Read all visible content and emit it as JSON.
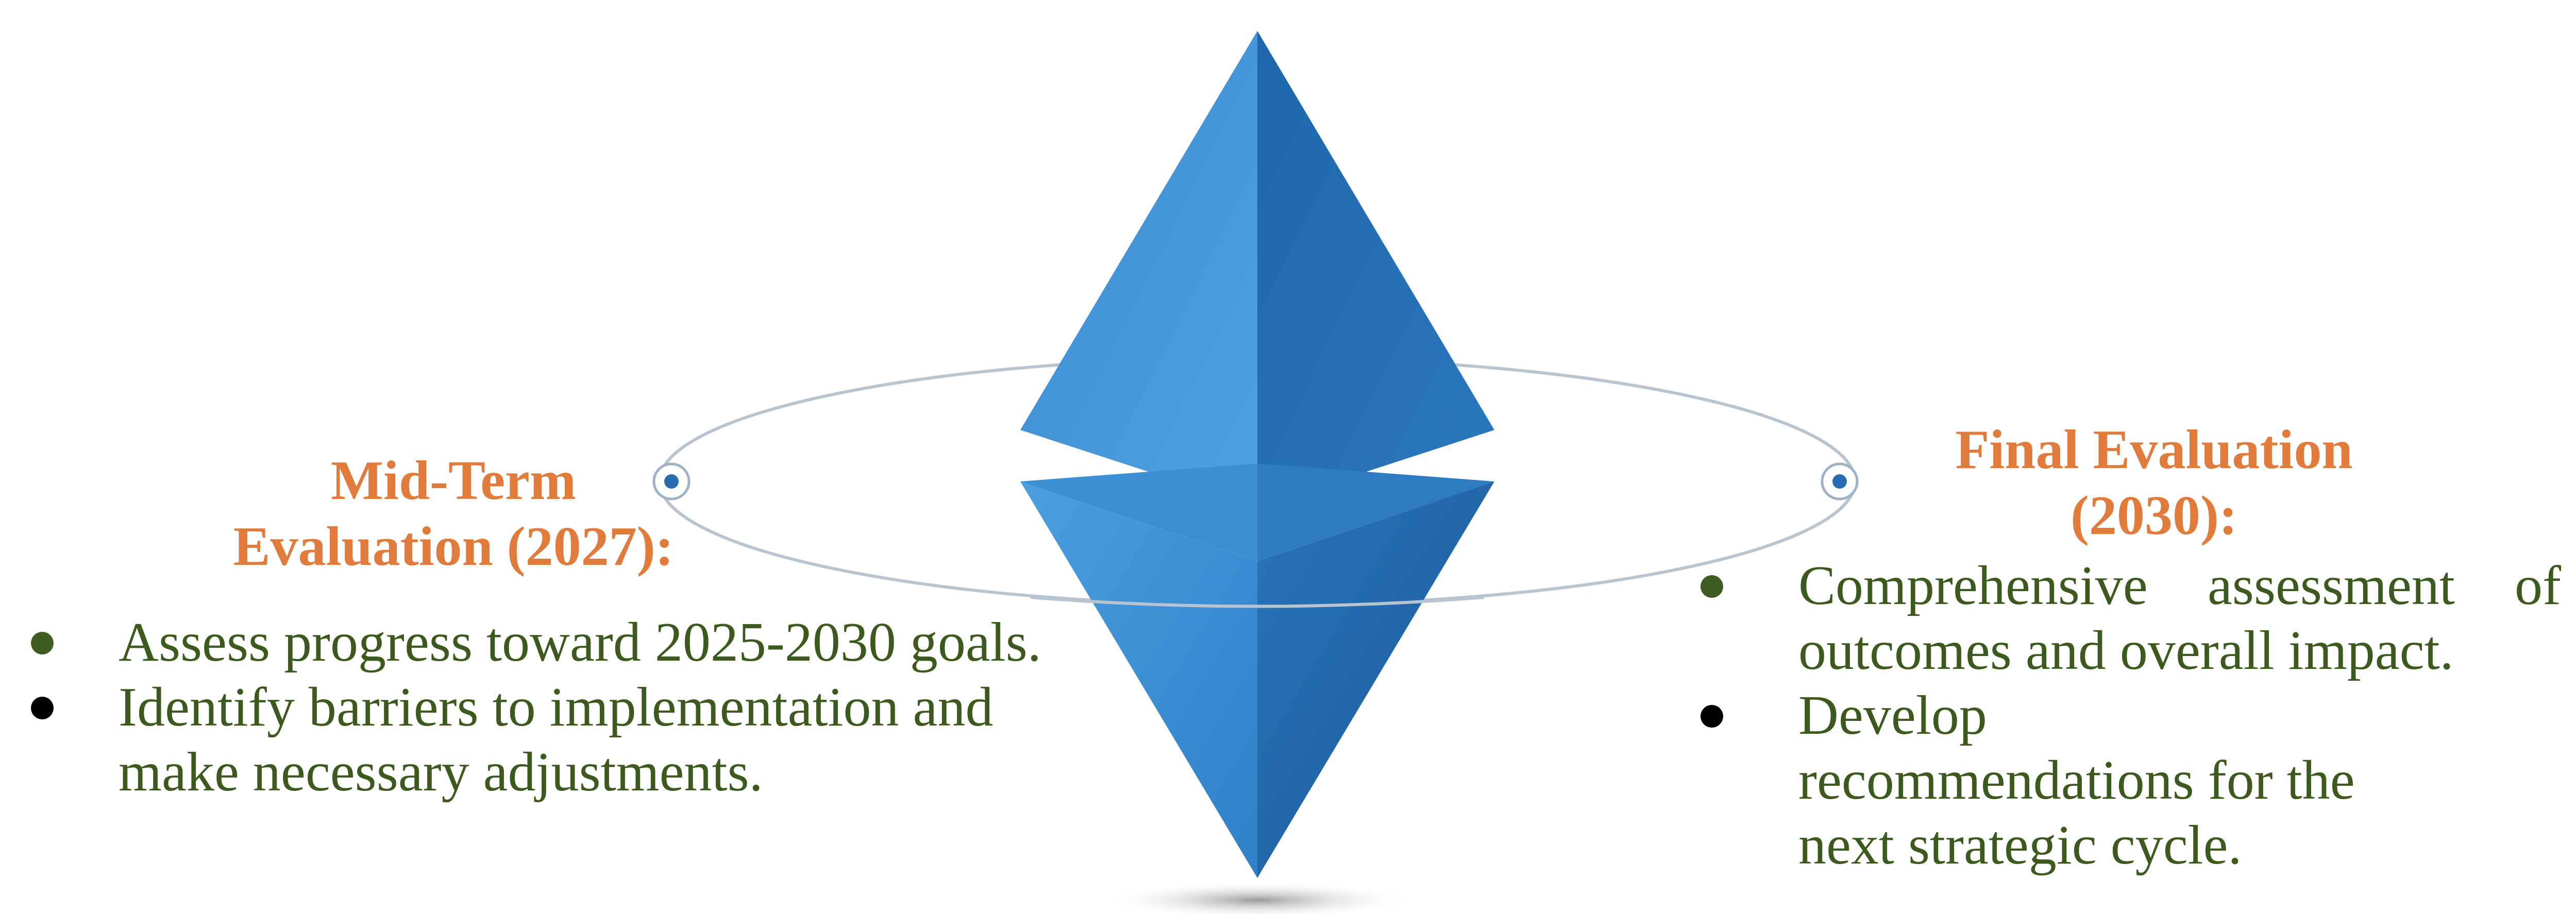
{
  "colors": {
    "heading": "#e07b3c",
    "body_text": "#3d5a1e",
    "bullet_green": "#3f5d22",
    "bullet_black": "#000000",
    "diamond_light": "#4a9ad8",
    "diamond_dark": "#1d5fa0",
    "orbit": "#b8c4cf",
    "node": "#2a6cb0"
  },
  "mid_term": {
    "title_line1": "Mid-Term",
    "title_line2": "Evaluation (2027):",
    "bullets": [
      {
        "text": "Assess progress toward 2025-2030 goals.",
        "dot_color": "#3f5d22"
      },
      {
        "text": "Identify barriers to implementation and make necessary adjustments.",
        "dot_color": "#000000"
      }
    ]
  },
  "final": {
    "title_line1": "Final Evaluation",
    "title_line2": "(2030):",
    "bullets": [
      {
        "text_line1": "Comprehensive assessment of",
        "text_line2": "outcomes and overall impact.",
        "dot_color": "#3f5d22"
      },
      {
        "text": "Develop recommendations for the next strategic cycle.",
        "dot_color": "#000000"
      }
    ]
  },
  "icons": {
    "center": "diamond-icon",
    "left_node": "left-orbit-node-icon",
    "right_node": "right-orbit-node-icon"
  }
}
